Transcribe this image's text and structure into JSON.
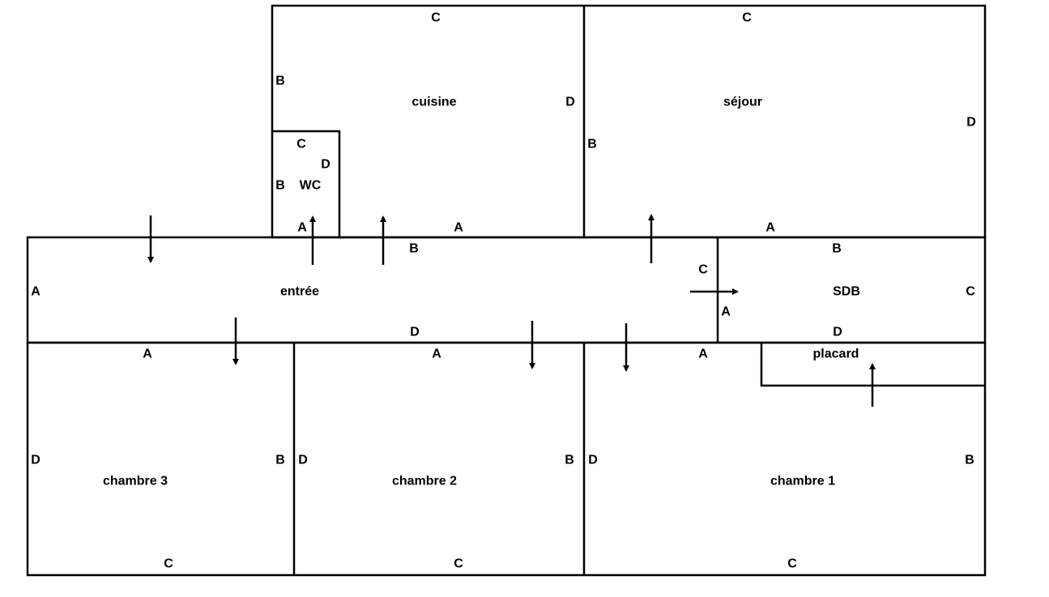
{
  "rooms": {
    "cuisine": {
      "name": "cuisine",
      "A": "A",
      "B": "B",
      "C": "C",
      "D": "D"
    },
    "sejour": {
      "name": "séjour",
      "A": "A",
      "B": "B",
      "C": "C",
      "D": "D"
    },
    "wc": {
      "name": "WC",
      "A": "A",
      "B": "B",
      "C": "C",
      "D": "D"
    },
    "entree": {
      "name": "entrée",
      "A": "A",
      "B": "B",
      "C": "C",
      "D": "D"
    },
    "sdb": {
      "name": "SDB",
      "A": "A",
      "B": "B",
      "C": "C",
      "D": "D"
    },
    "placard": {
      "name": "placard"
    },
    "chambre3": {
      "name": "chambre 3",
      "A": "A",
      "B": "B",
      "C": "C",
      "D": "D"
    },
    "chambre2": {
      "name": "chambre 2",
      "A": "A",
      "B": "B",
      "C": "C",
      "D": "D"
    },
    "chambre1": {
      "name": "chambre 1",
      "A": "A",
      "B": "B",
      "C": "C",
      "D": "D"
    }
  },
  "colors": {
    "line": "#000000",
    "background": "#ffffff"
  }
}
